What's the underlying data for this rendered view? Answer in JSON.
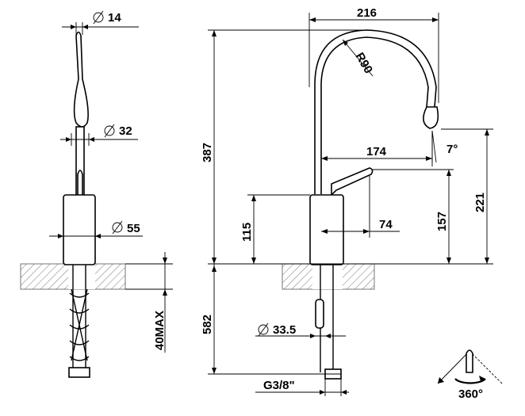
{
  "drawing": {
    "side_view": {
      "top_diameter": "14",
      "handle_diameter": "32",
      "base_diameter": "55",
      "counter_max": "40MAX"
    },
    "front_view": {
      "width": "216",
      "radius": "R90",
      "reach": "174",
      "angle": "7°",
      "total_height": "387",
      "spout_height": "221",
      "lever_height": "157",
      "body_height": "115",
      "lever_offset": "74",
      "below_height": "582",
      "hose_diameter": "33.5",
      "thread": "G3/8\""
    },
    "rotation": {
      "label": "360°"
    }
  }
}
